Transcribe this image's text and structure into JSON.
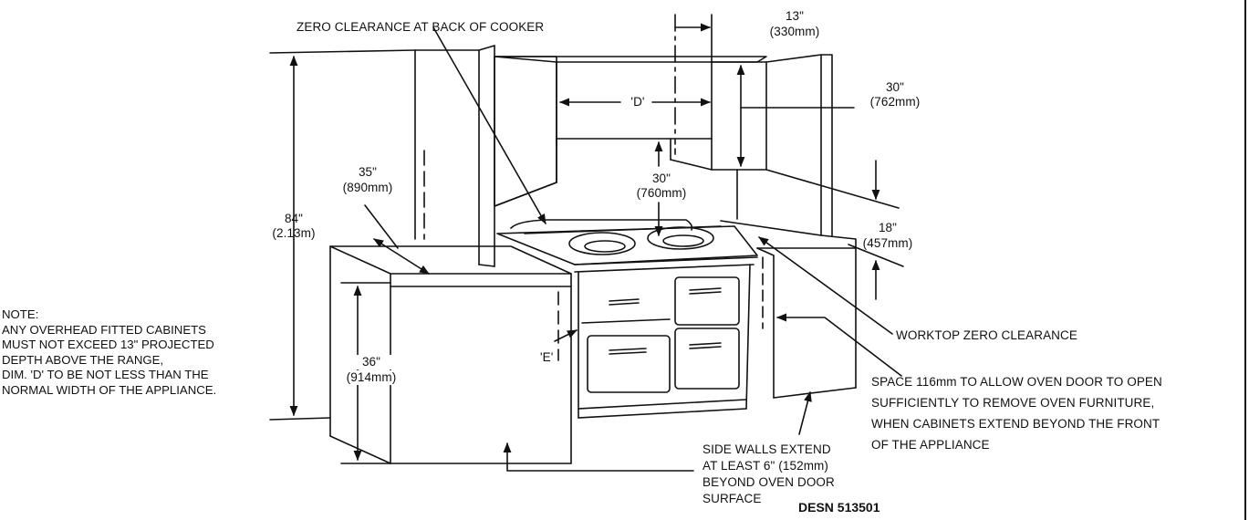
{
  "labels": {
    "zero_clearance_back": "ZERO CLEARANCE AT BACK OF COOKER",
    "dim_13_in": "13\"",
    "dim_13_mm": "(330mm)",
    "dim_30_upper_in": "30\"",
    "dim_30_upper_mm": "(762mm)",
    "dim_d": "'D'",
    "dim_30_gap_in": "30\"",
    "dim_30_gap_mm": "(760mm)",
    "dim_35_in": "35\"",
    "dim_35_mm": "(890mm)",
    "dim_84_in": "84\"",
    "dim_84_m": "(2.13m)",
    "dim_18_in": "18\"",
    "dim_18_mm": "(457mm)",
    "dim_36_in": "36\"",
    "dim_36_mm": "(914mm)",
    "dim_e": "'E'",
    "worktop_zero_clearance": "WORKTOP ZERO CLEARANCE",
    "space_note": [
      "SPACE 116mm TO ALLOW OVEN DOOR TO OPEN",
      "SUFFICIENTLY TO REMOVE OVEN FURNITURE,",
      "WHEN CABINETS EXTEND BEYOND THE FRONT",
      "OF THE APPLIANCE"
    ],
    "side_walls_note": [
      "SIDE WALLS EXTEND",
      "AT LEAST 6\" (152mm)",
      "BEYOND OVEN DOOR",
      "SURFACE"
    ],
    "reference": "DESN 513501"
  },
  "note": {
    "heading": "NOTE:",
    "lines": [
      "ANY OVERHEAD FITTED CABINETS",
      "MUST NOT EXCEED 13\" PROJECTED",
      "DEPTH ABOVE THE RANGE,",
      "DIM. 'D' TO BE NOT LESS THAN THE",
      "NORMAL WIDTH OF THE APPLIANCE."
    ]
  },
  "colors": {
    "line": "#111111",
    "background": "#ffffff"
  }
}
